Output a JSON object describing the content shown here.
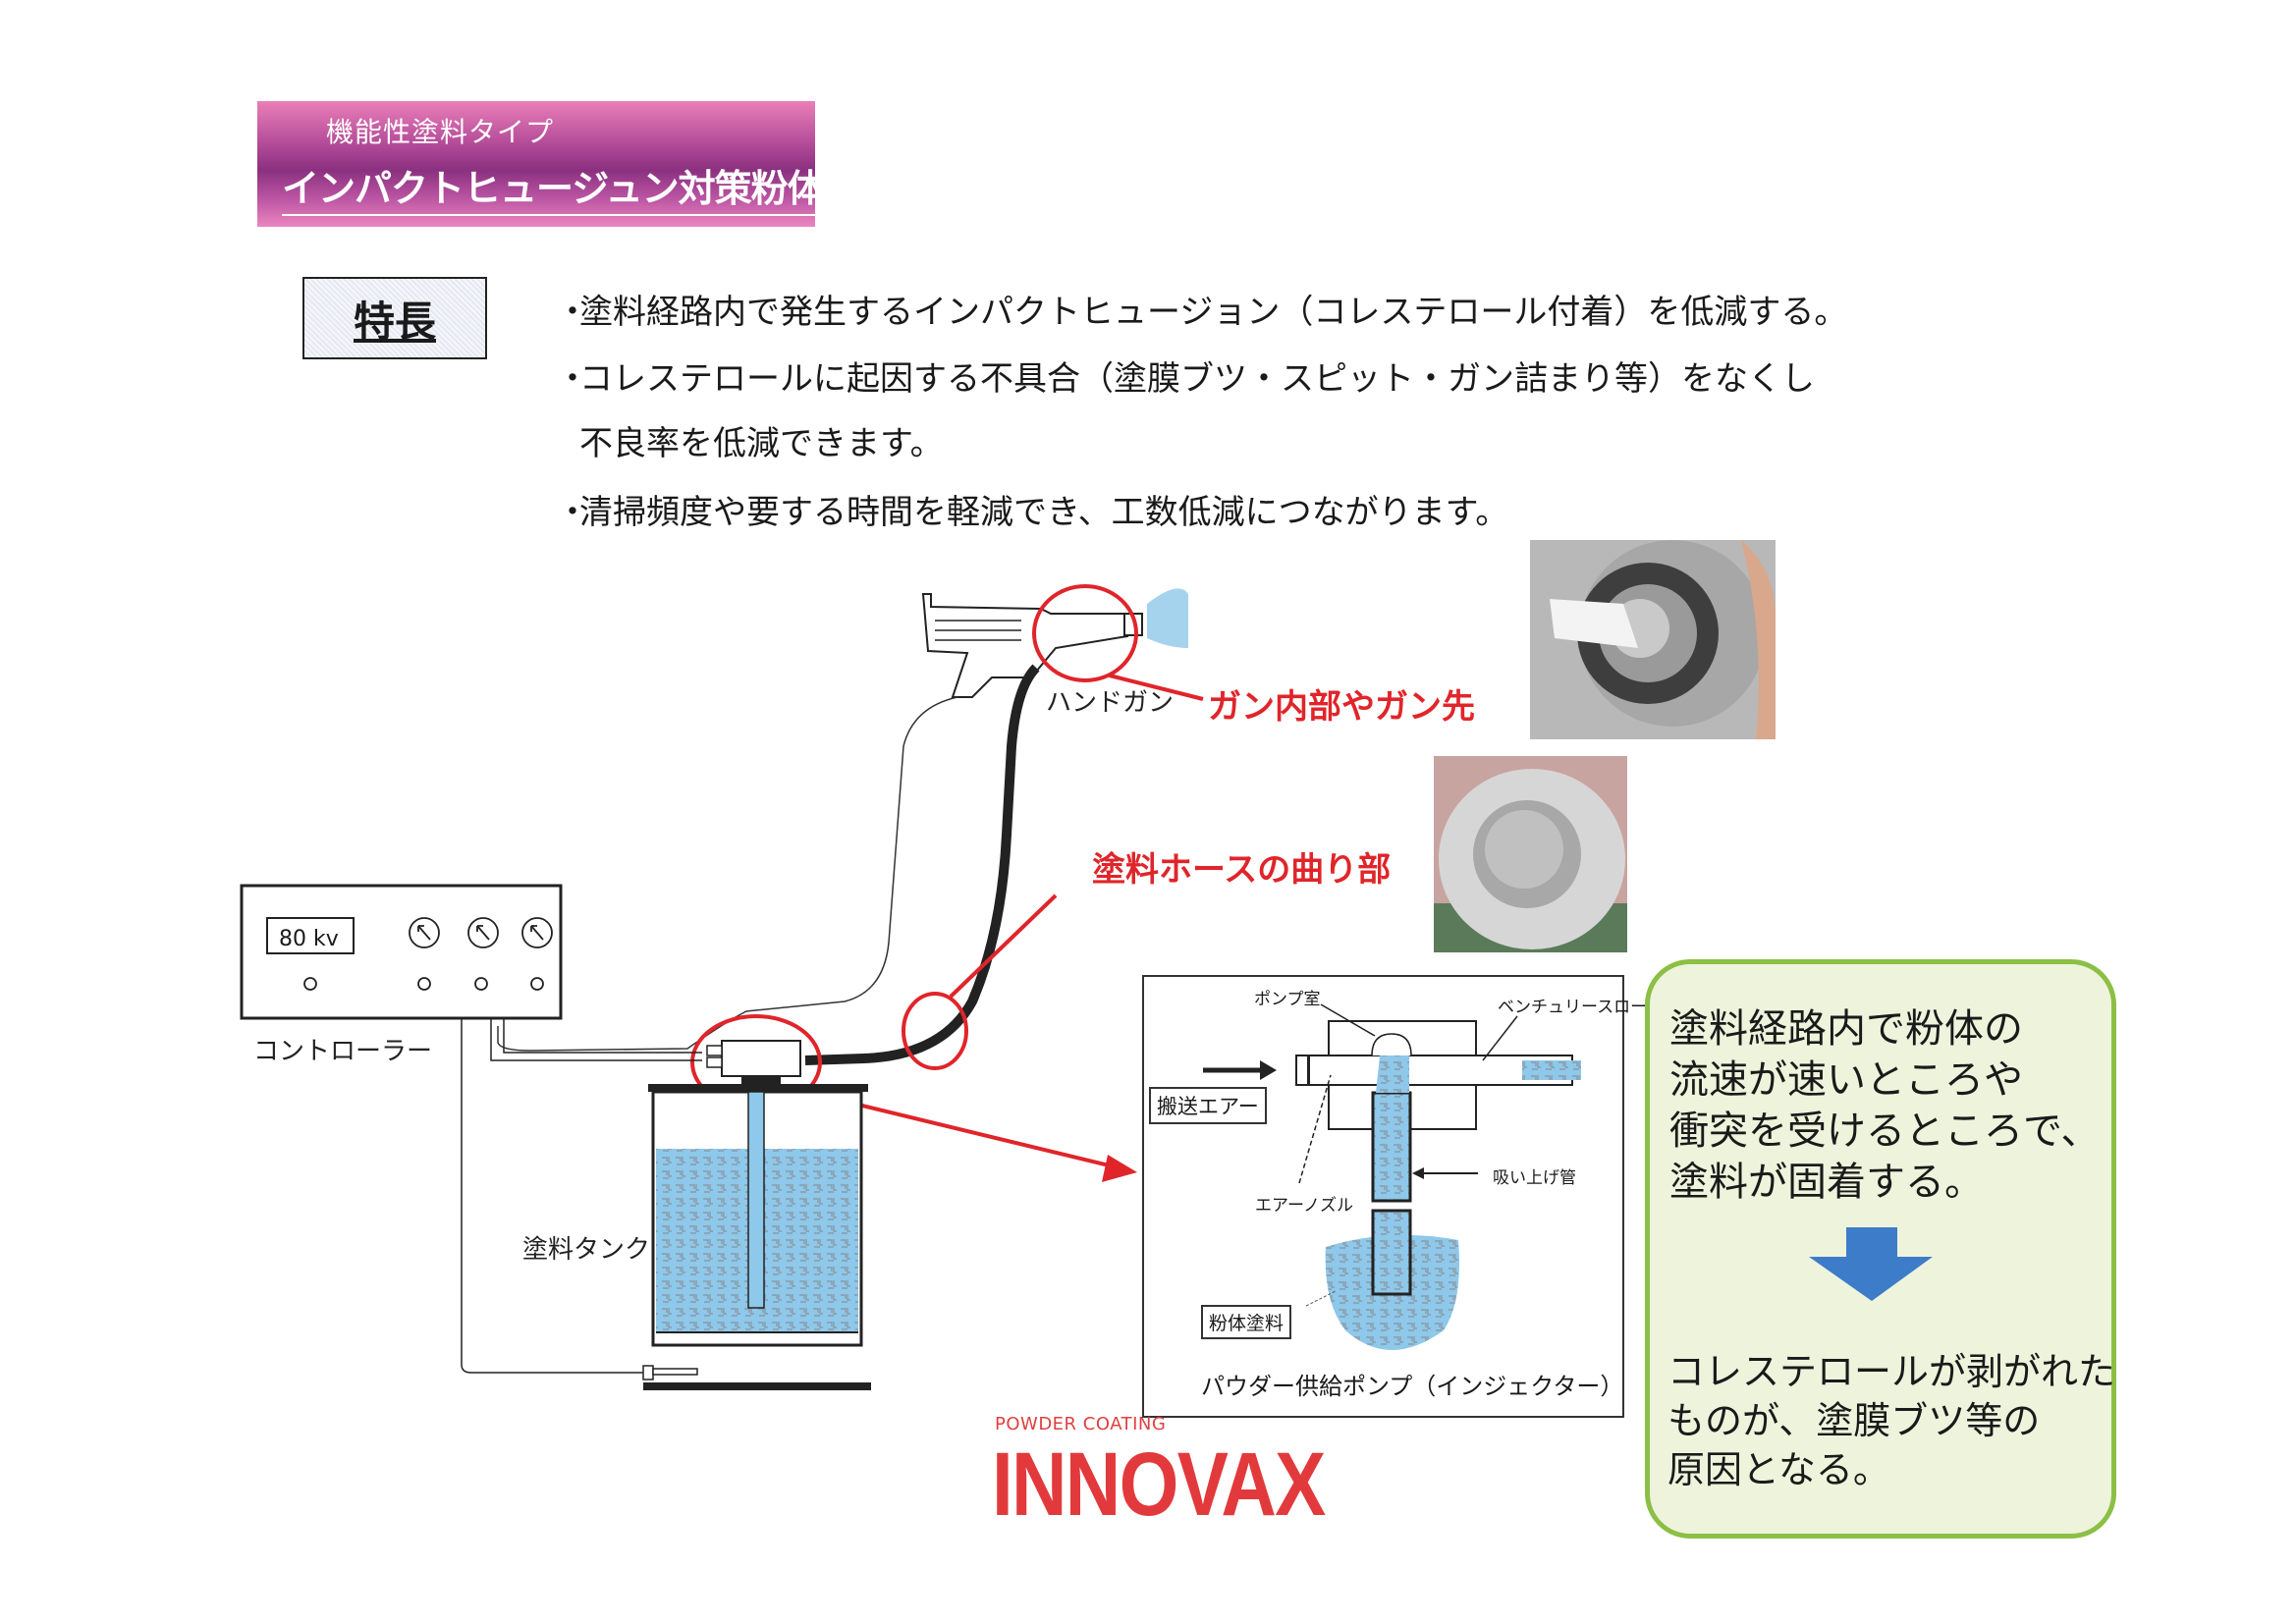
{
  "banner": {
    "subtitle": "機能性塗料タイプ",
    "title": "インパクトヒュージュン対策粉体塗料"
  },
  "features": {
    "heading": "特長",
    "bullet": "・",
    "items": [
      "塗料経路内で発生するインパクトヒュージョン（コレステロール付着）を低減する。",
      "コレステロールに起因する不具合（塗膜ブツ・スピット・ガン詰まり等）をなくし",
      "不良率を低減できます。",
      "清掃頻度や要する時間を軽減でき、工数低減につながります。"
    ]
  },
  "diagram": {
    "gun_label": "ハンドガン",
    "gun_callout": "ガン内部やガン先",
    "hose_callout": "塗料ホースの曲り部",
    "controller_label": "コントローラー",
    "controller_display": "80 kv",
    "tank_label": "塗料タンク"
  },
  "pump": {
    "chamber": "ポンプ室",
    "venturi": "ベンチュリースロート",
    "air_in": "搬送エアー",
    "air_nozzle": "エアーノズル",
    "suction_tube": "吸い上げ管",
    "powder": "粉体塗料",
    "caption": "パウダー供給ポンプ（インジェクター）"
  },
  "explanation": {
    "cause": [
      "塗料経路内で粉体の",
      "流速が速いところや",
      "衝突を受けるところで、",
      "塗料が固着する。"
    ],
    "effect": [
      "コレステロールが剥がれた",
      "ものが、塗膜ブツ等の",
      "原因となる。"
    ]
  },
  "logo": {
    "subtitle": "POWDER COATING",
    "name": "INNOVAX"
  },
  "colors": {
    "callout_red": "#e0252a",
    "powder_blue": "#8ec8ea",
    "arrow_blue": "#3d7cc9",
    "green_border": "#8cbf45",
    "logo_red": "#e23a3c"
  }
}
